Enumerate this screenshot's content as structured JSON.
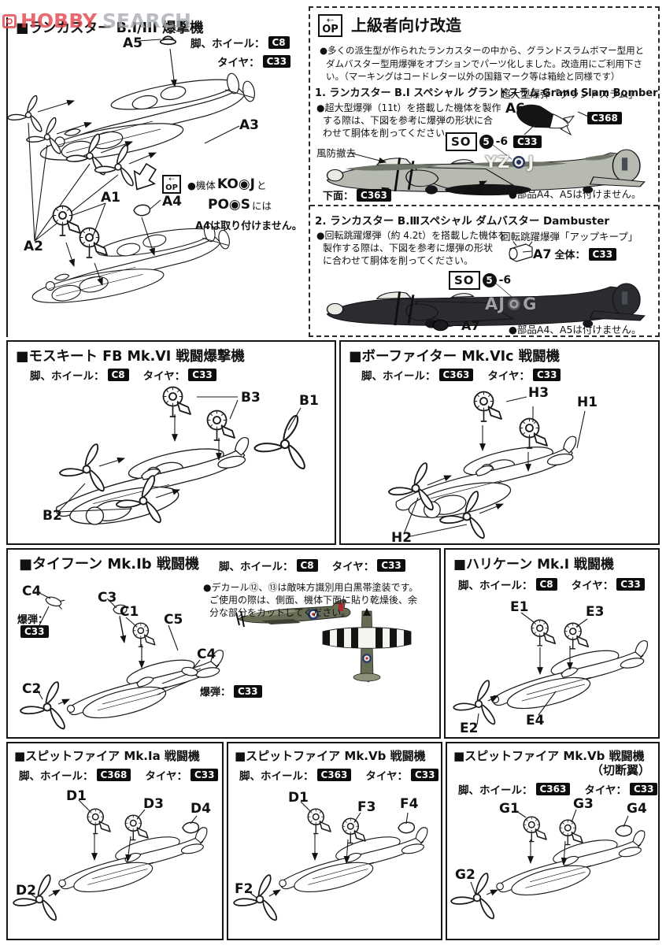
{
  "watermark": {
    "left": "HOBBY",
    "right": "SEARCH"
  },
  "op_icon": "OP",
  "colors": {
    "badge_bg": "#0d0d0d",
    "watermark_red": "#e0474e",
    "watermark_gray": "#a9aeb4",
    "camo_light": "#b6bab0",
    "camo_dark": "#6e7468",
    "night_black": "#2b2c30"
  },
  "lancaster": {
    "title": "■ランカスター B.I/III 爆撃機",
    "gear_label": "脚、ホイール：",
    "gear_code": "C8",
    "tire_label": "タイヤ：",
    "tire_code": "C33",
    "parts": {
      "a1": "A1",
      "a2": "A2",
      "a3": "A3",
      "a4": "A4",
      "a5": "A5"
    },
    "a4_note": {
      "prefix": "●機体",
      "code1": "KO◉J",
      "joiner": "と",
      "code2": "PO◉S",
      "suffix": "には",
      "line3": "A4は取り付けません。"
    }
  },
  "op_section": {
    "title": "上級者向け改造",
    "intro": [
      "●多くの派生型が作られたランカスターの中から、グランドスラムボマー型用と",
      "ダムバスター型用爆弾をオプションでパーツ化しました。改造用にご利用下さ",
      "い。（マーキングはコードレター以外の国籍マーク等は箱絵と同様です）"
    ],
    "so_label": "SO",
    "so_num": "5",
    "so_suffix": "-6",
    "grand_slam": {
      "heading": "1. ランカスター B.I スペシャル グランドスラム Grand Slam Bomber",
      "body": [
        "●超大型爆弾（11t）を搭載した機体を製作",
        "する際は、下図を参考に爆弾の形状に合",
        "わせて胴体を削ってください。"
      ],
      "bomb_caption": "超大型爆弾「グランドスラム」",
      "bomb_part": "A6",
      "bomb_code_body": "C33",
      "bomb_code_tail": "C368",
      "canopy_note": "風防撤去",
      "code_left": "YZ",
      "code_right": "J",
      "underside_label": "下面：",
      "underside_code": "C363",
      "part_label": "A6",
      "note": "●部品A4、A5は付けません。"
    },
    "dambuster": {
      "heading": "2. ランカスター B.Ⅲスペシャル ダムバスター Dambuster",
      "body": [
        "●回転跳躍爆弾（約 4.2t）を搭載した機体を",
        "製作する際は、下図を参考に爆弾の形状",
        "に合わせて胴体を削ってください。"
      ],
      "bomb_caption": "回転跳躍爆弾「アップキープ」",
      "bomb_part": "A7",
      "whole_label": "全体：",
      "whole_code": "C33",
      "code_left": "AJ",
      "code_right": "G",
      "part_label": "A7",
      "note": "●部品A4、A5は付けません。"
    }
  },
  "mosquito": {
    "title": "■モスキート FB Mk.VI 戦闘爆撃機",
    "gear_label": "脚、ホイール：",
    "gear_code": "C8",
    "tire_label": "タイヤ：",
    "tire_code": "C33",
    "parts": {
      "b1": "B1",
      "b2": "B2",
      "b3": "B3"
    }
  },
  "beaufighter": {
    "title": "■ボーファイター Mk.VIc 戦闘機",
    "gear_label": "脚、ホイール：",
    "gear_code": "C363",
    "tire_label": "タイヤ：",
    "tire_code": "C33",
    "parts": {
      "h1": "H1",
      "h2": "H2",
      "h3": "H3"
    }
  },
  "typhoon": {
    "title": "■タイフーン Mk.Ib 戦闘機",
    "gear_label": "脚、ホイール：",
    "gear_code": "C8",
    "tire_label": "タイヤ：",
    "tire_code": "C33",
    "decal_note": [
      "●デカール⑫、⑬は敵味方識別用白黒帯塗装です。",
      "ご使用の際は、側面、機体下面に貼り乾燥後、余",
      "分な部分をカットしてください。"
    ],
    "bomb_label": "爆弾：",
    "bomb_code": "C33",
    "bomb2_label": "爆弾：",
    "bomb2_code": "C33",
    "parts": {
      "c1": "C1",
      "c2": "C2",
      "c3": "C3",
      "c4": "C4",
      "c4b": "C4",
      "c5": "C5"
    }
  },
  "hurricane": {
    "title": "■ハリケーン Mk.I 戦闘機",
    "gear_label": "脚、ホイール：",
    "gear_code": "C8",
    "tire_label": "タイヤ：",
    "tire_code": "C33",
    "parts": {
      "e1": "E1",
      "e2": "E2",
      "e3": "E3",
      "e4": "E4"
    }
  },
  "spitfire_ia": {
    "title": "■スピットファイア Mk.Ia 戦闘機",
    "gear_label": "脚、ホイール：",
    "gear_code": "C368",
    "tire_label": "タイヤ：",
    "tire_code": "C33",
    "parts": {
      "d1": "D1",
      "d2": "D2",
      "d3": "D3",
      "d4": "D4"
    }
  },
  "spitfire_vb": {
    "title": "■スピットファイア Mk.Vb 戦闘機",
    "gear_label": "脚、ホイール：",
    "gear_code": "C363",
    "tire_label": "タイヤ：",
    "tire_code": "C33",
    "parts": {
      "d1": "D1",
      "f2": "F2",
      "f3": "F3",
      "f4": "F4"
    }
  },
  "spitfire_vb_clipped": {
    "title": "■スピットファイア Mk.Vb 戦闘機",
    "subtitle": "（切断翼）",
    "gear_label": "脚、ホイール：",
    "gear_code": "C363",
    "tire_label": "タイヤ：",
    "tire_code": "C33",
    "parts": {
      "g1": "G1",
      "g2": "G2",
      "g3": "G3",
      "g4": "G4"
    }
  }
}
